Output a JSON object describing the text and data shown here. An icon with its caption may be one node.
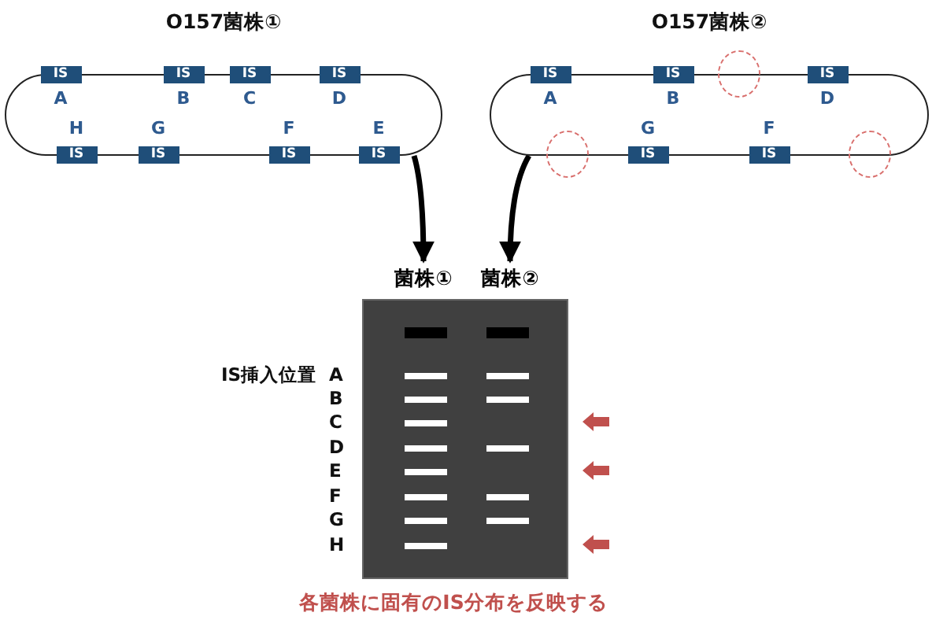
{
  "diagram": {
    "caption": "各菌株に固有のIS分布を反映する",
    "nodes": [
      {
        "text": [
          "O157菌株①"
        ]
      },
      {
        "text": [
          "IS"
        ],
        "beside": [
          "A"
        ],
        "in": 0
      },
      {
        "text": [
          "IS"
        ],
        "beside": [
          "B"
        ],
        "in": 0
      },
      {
        "text": [
          "IS"
        ],
        "beside": [
          "C"
        ],
        "in": 0
      },
      {
        "text": [
          "IS"
        ],
        "beside": [
          "D"
        ],
        "in": 0
      },
      {
        "text": [
          "IS"
        ],
        "beside": [
          "H"
        ],
        "in": 0
      },
      {
        "text": [
          "IS"
        ],
        "beside": [
          "G"
        ],
        "in": 0
      },
      {
        "text": [
          "IS"
        ],
        "beside": [
          "F"
        ],
        "in": 0
      },
      {
        "text": [
          "IS"
        ],
        "beside": [
          "E"
        ],
        "in": 0
      },
      {
        "text": [
          "O157菌株②"
        ]
      },
      {
        "text": [
          "IS"
        ],
        "beside": [
          "A"
        ],
        "in": 9
      },
      {
        "text": [
          "IS"
        ],
        "beside": [
          "B"
        ],
        "in": 9
      },
      {
        "text": [
          "IS"
        ],
        "beside": [
          "D"
        ],
        "in": 9
      },
      {
        "text": [
          "IS"
        ],
        "beside": [
          "G"
        ],
        "in": 9
      },
      {
        "text": [
          "IS"
        ],
        "beside": [
          "F"
        ],
        "in": 9
      },
      {
        "text": [],
        "shape": "circle"
      },
      {
        "text": [],
        "shape": "circle"
      },
      {
        "text": [],
        "shape": "circle"
      },
      {
        "text": [
          "菌株①"
        ]
      },
      {
        "text": [
          "菌株②"
        ]
      },
      {
        "text": [],
        "shape": "box"
      }
    ],
    "edges": [
      {
        "from": 0,
        "to": 18,
        "arrow": "to"
      },
      {
        "from": 9,
        "to": 19,
        "arrow": "to"
      }
    ],
    "labels": [
      "IS挿入位置",
      "A",
      "B",
      "C",
      "D",
      "E",
      "F",
      "G",
      "H"
    ]
  }
}
